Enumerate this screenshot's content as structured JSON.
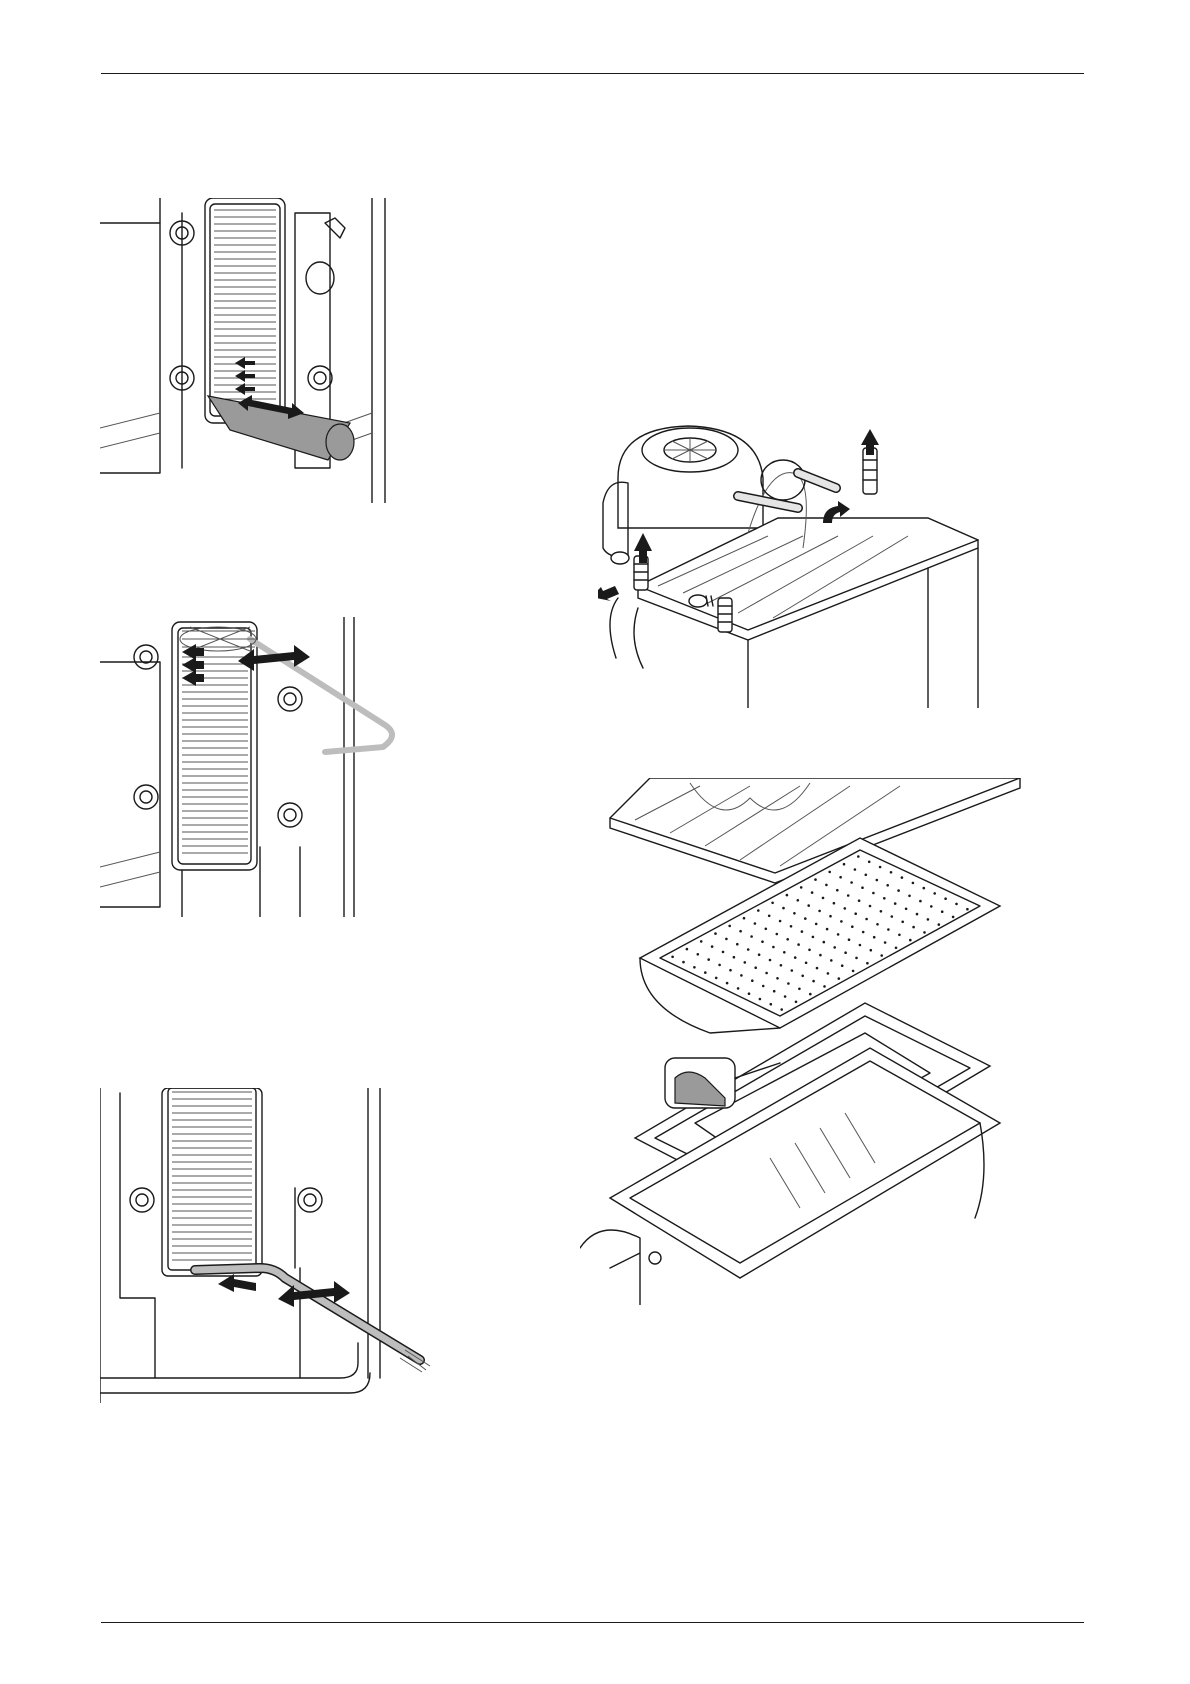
{
  "page": {
    "header_rule_color": "#1a1a1a",
    "footer_rule_color": "#1a1a1a"
  },
  "figures": [
    {
      "id": "fig-1",
      "subject": "heat-exchanger-cleaning-with-flat-blade"
    },
    {
      "id": "fig-2",
      "subject": "heat-exchanger-cleaning-with-bent-brush-upper"
    },
    {
      "id": "fig-3",
      "subject": "heat-exchanger-cleaning-with-bent-brush-lower"
    },
    {
      "id": "fig-4",
      "subject": "burner-cover-removal-with-fan"
    },
    {
      "id": "fig-5",
      "subject": "burner-cover-exploded-view"
    }
  ]
}
